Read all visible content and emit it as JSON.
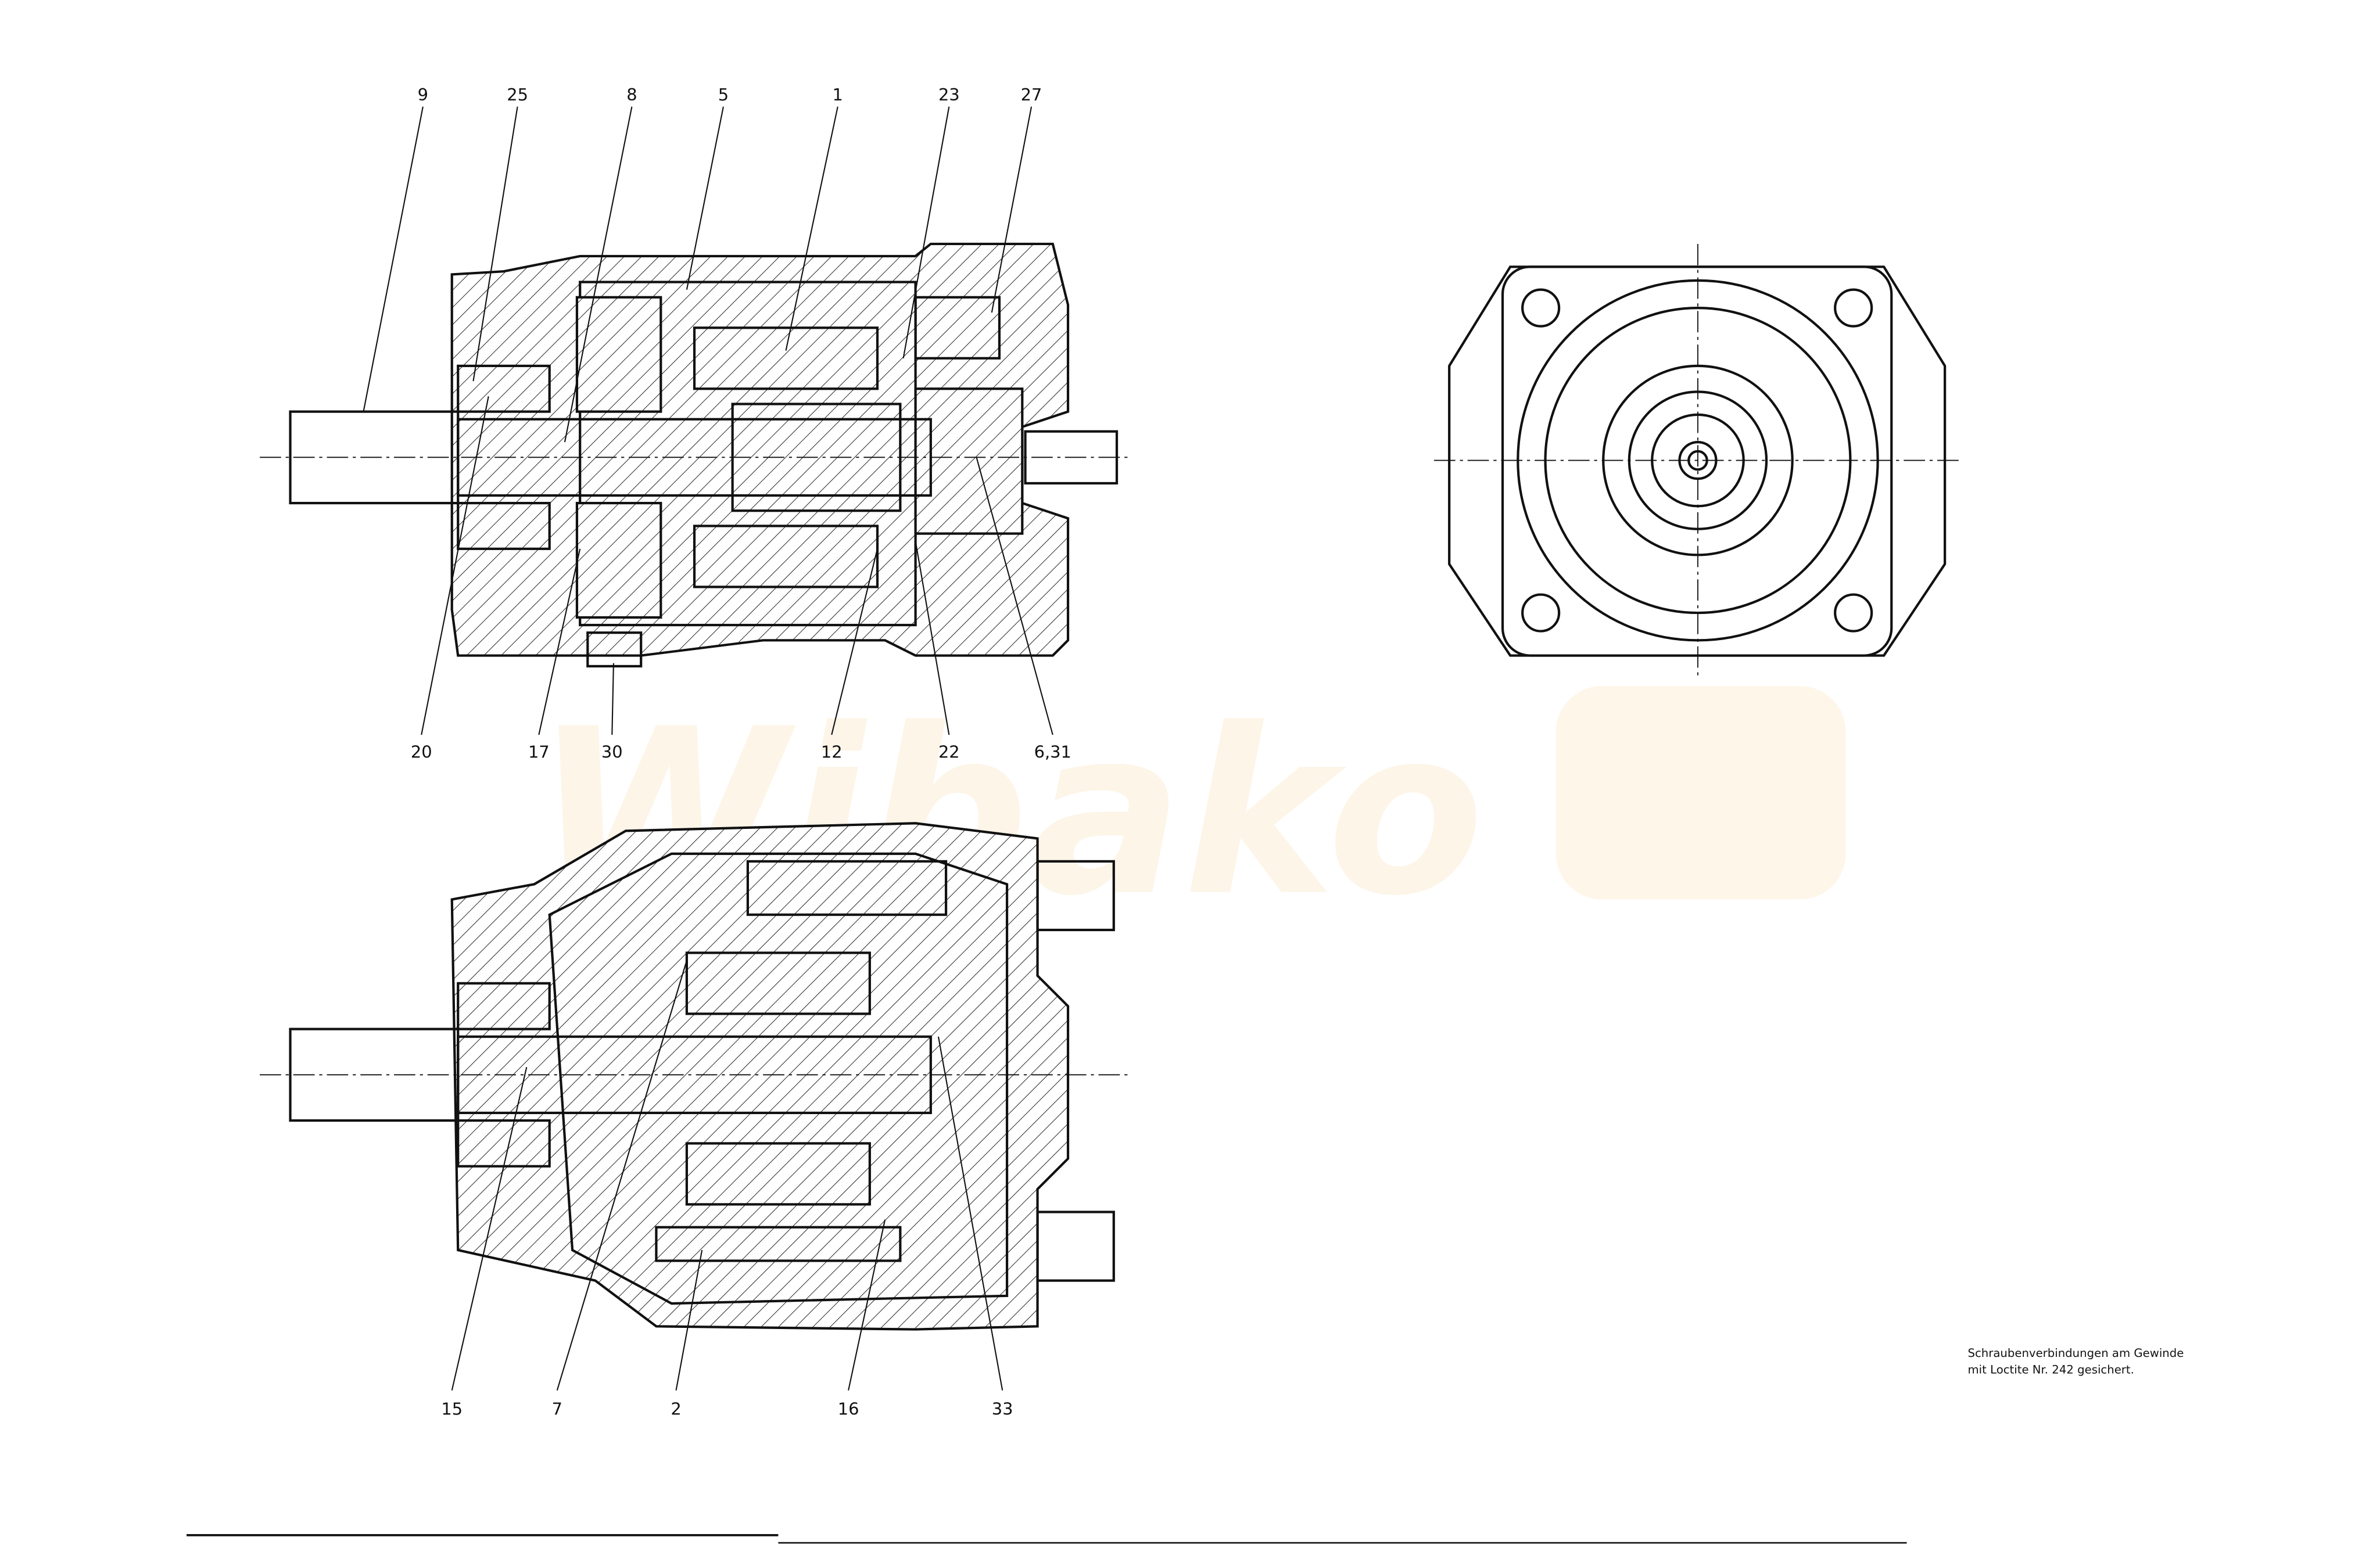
{
  "title": "Hydraulic axial piston unit – sectional drawing",
  "watermark": "Wibako",
  "top_view": {
    "labels_top": [
      "9",
      "25",
      "8",
      "5",
      "1",
      "23",
      "27"
    ],
    "labels_bottom": [
      "20",
      "17",
      "30",
      "12",
      "22",
      "6,31"
    ]
  },
  "bottom_view": {
    "labels_bottom": [
      "15",
      "7",
      "2",
      "16",
      "33"
    ]
  },
  "note": {
    "line1": "Schraubenverbindungen am Gewinde",
    "line2": "mit Loctite Nr. 242 gesichert."
  }
}
